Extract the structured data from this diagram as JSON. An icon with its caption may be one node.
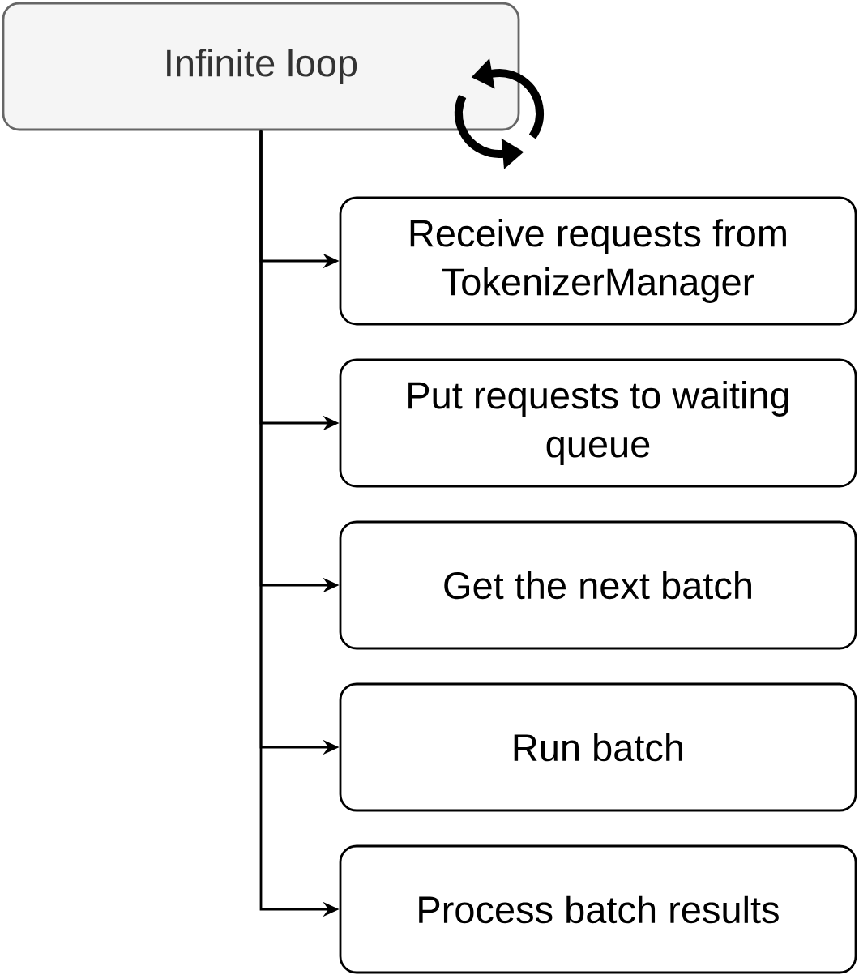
{
  "diagram": {
    "nodes": [
      {
        "text": [
          "Infinite loop"
        ]
      },
      {
        "text": [
          "Receive requests from TokenizerManager"
        ]
      },
      {
        "text": [
          "Put requests to waiting queue"
        ]
      },
      {
        "text": [
          "Get the next batch"
        ]
      },
      {
        "text": [
          "Run batch"
        ]
      },
      {
        "text": [
          "Process batch results"
        ]
      }
    ],
    "edges": [
      {
        "from": 0,
        "to": 1,
        "arrow": "to"
      },
      {
        "from": 0,
        "to": 2,
        "arrow": "to"
      },
      {
        "from": 0,
        "to": 3,
        "arrow": "to"
      },
      {
        "from": 0,
        "to": 4,
        "arrow": "to"
      },
      {
        "from": 0,
        "to": 5,
        "arrow": "to"
      }
    ]
  }
}
